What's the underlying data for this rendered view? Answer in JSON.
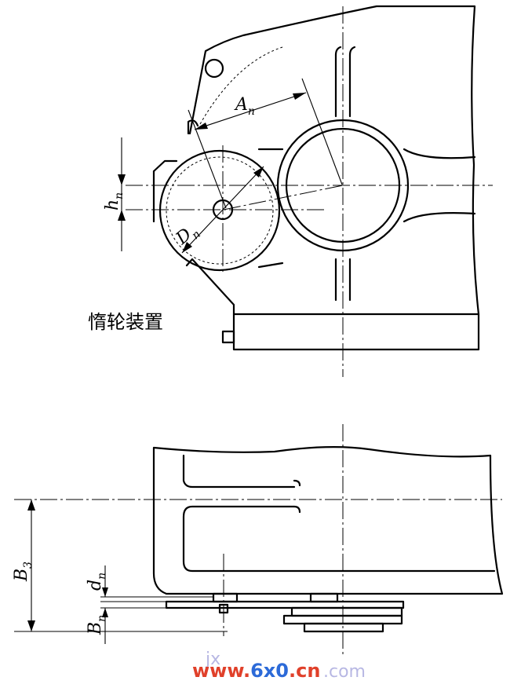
{
  "labels": {
    "An": {
      "main": "A",
      "sub": "n"
    },
    "hn": {
      "main": "h",
      "sub": "n"
    },
    "Dn": {
      "main": "D",
      "sub": "n"
    },
    "B3": {
      "main": "B",
      "sub": "3"
    },
    "dn": {
      "main": "d",
      "sub": "n"
    },
    "Bn": {
      "main": "B",
      "sub": "n"
    }
  },
  "caption": "惰轮装置",
  "watermark": {
    "faint": "jx",
    "part1": "www.",
    "brand": "6x0",
    "part2": ".cn",
    "tail": ".com"
  },
  "colors": {
    "line": "#000000",
    "watermark_red": "#e0402a",
    "watermark_blue": "#2c6ad8"
  }
}
